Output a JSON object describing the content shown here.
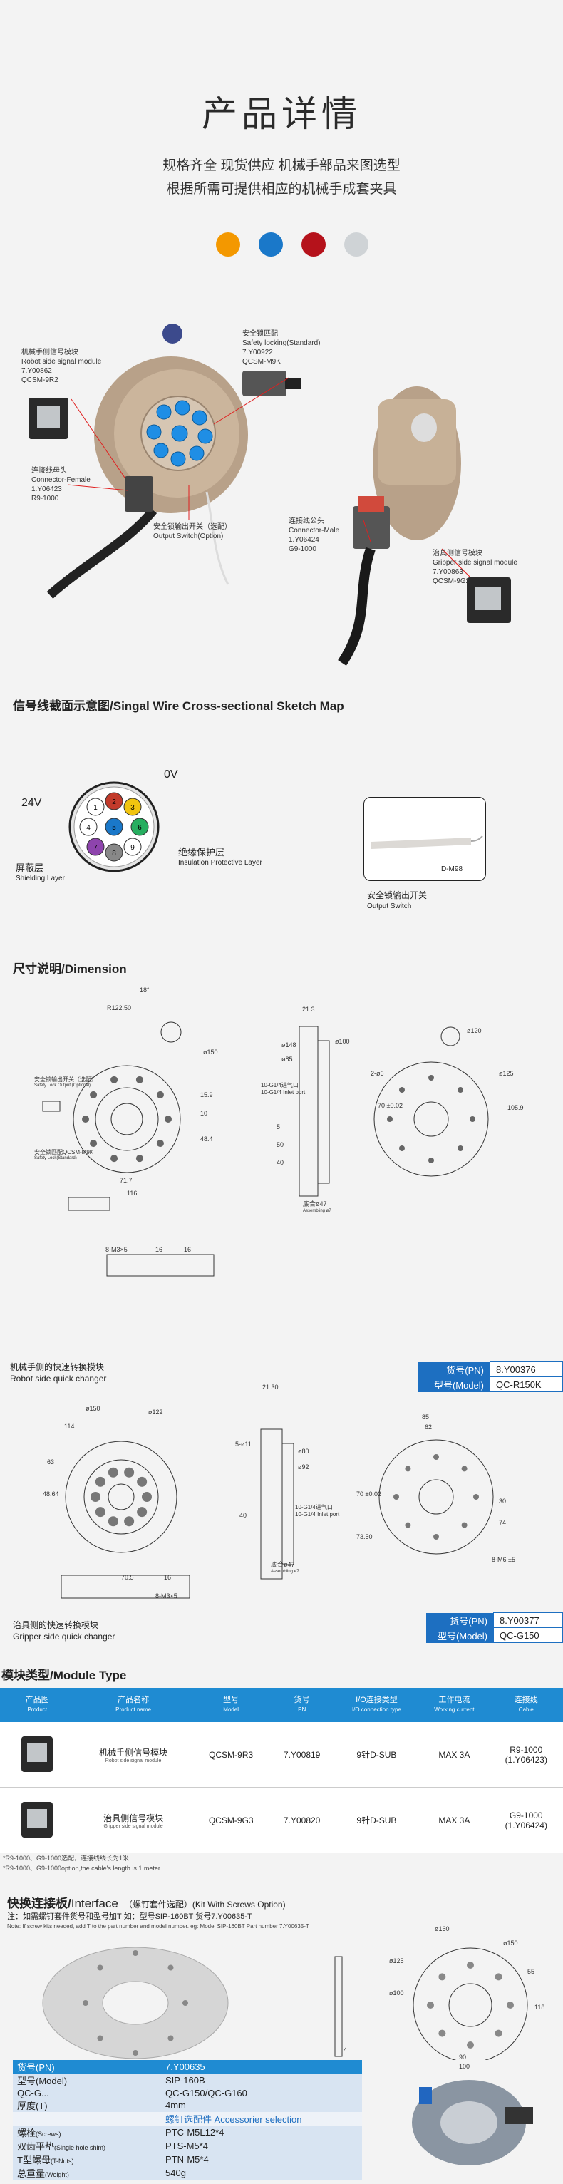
{
  "header": {
    "title": "产品详情",
    "line1": "规格齐全 现货供应  机械手部品来图选型",
    "line2": "根据所需可提供相应的机械手成套夹具"
  },
  "colors": [
    "#f39800",
    "#1a78c9",
    "#b5121b",
    "#cfd3d6"
  ],
  "labels": {
    "robot_module": [
      "机械手侧信号模块",
      "Robot side signal module",
      "7.Y00862",
      "QCSM-9R2"
    ],
    "connector_female": [
      "连接线母头",
      "Connector-Female",
      "1.Y06423",
      "R9-1000"
    ],
    "safety_lock": [
      "安全锁匹配",
      "Safety locking(Standard)",
      "7.Y00922",
      "QCSM-M9K"
    ],
    "output_switch": [
      "安全锁输出开关（选配）",
      "Output Switch(Option)"
    ],
    "connector_male": [
      "连接线公头",
      "Connector-Male",
      "1.Y06424",
      "G9-1000"
    ],
    "gripper_module": [
      "治具侧信号模块",
      "Gripper side signal module",
      "7.Y00863",
      "QCSM-9G2"
    ]
  },
  "sec1": {
    "cn": "信号线截面示意图/",
    "en": "Singal Wire Cross-sectional Sketch Map"
  },
  "wire": {
    "v0": "0V",
    "v24": "24V",
    "shield_cn": "屏蔽层",
    "shield_en": "Shielding Layer",
    "insul_cn": "绝缘保护层",
    "insul_en": "Insulation Protective Layer",
    "switch_model": "D-M98",
    "switch_cn": "安全锁输出开关",
    "switch_en": "Output Switch",
    "cores": [
      "1",
      "2",
      "3",
      "4",
      "5",
      "6",
      "7",
      "8",
      "9"
    ]
  },
  "sec2": {
    "cn": "尺寸说明/",
    "en": "Dimension"
  },
  "dim_robot": {
    "dims": [
      "R122.50",
      "18°",
      "ø150",
      "15.9",
      "10",
      "48.4",
      "71.7",
      "116",
      "ø148",
      "ø85",
      "21.3",
      "ø100",
      "5",
      "50",
      "40",
      "ø120",
      "2-ø6",
      "70 ±0.02",
      "ø125",
      "105.9"
    ],
    "port": [
      "10-G1/4进气口",
      "10-G1/4 Inlet port"
    ],
    "flange": [
      "底合ø47",
      "Assembling ø7"
    ],
    "out_sw": [
      "安全锁输出开关（选配）",
      "Safety Lock Output (Optional)"
    ],
    "lock_lbl": [
      "安全锁匹配QCSM-M9K",
      "Safety Lock(Standard)"
    ],
    "side": [
      "8-M3×5",
      "16",
      "16"
    ],
    "caption_cn": "机械手侧的快速转换模块",
    "caption_en": "Robot side quick changer",
    "pn": {
      "k1": "货号(PN)",
      "v1": "8.Y00376",
      "k2": "型号(Model)",
      "v2": "QC-R150K"
    }
  },
  "dim_gripper": {
    "dims": [
      "ø150",
      "ø122",
      "114",
      "63",
      "48.64",
      "70.5",
      "16",
      "21.30",
      "5-ø11",
      "ø80",
      "ø92",
      "40",
      "10-G1/4进气口",
      "10-G1/4 Inlet port",
      "85",
      "62",
      "70 ±0.02",
      "30",
      "74",
      "73.50",
      "8-M6 ±5",
      "8-M3×5"
    ],
    "flange": [
      "底合ø47",
      "Assembling ø7"
    ],
    "caption_cn": "治具侧的快速转换模块",
    "caption_en": "Gripper side quick changer",
    "pn": {
      "k1": "货号(PN)",
      "v1": "8.Y00377",
      "k2": "型号(Model)",
      "v2": "QC-G150"
    }
  },
  "sec3": {
    "cn": "模块类型/",
    "en": "Module Type"
  },
  "module_table": {
    "headers": [
      {
        "cn": "产品图",
        "en": "Product"
      },
      {
        "cn": "产品名称",
        "en": "Product name"
      },
      {
        "cn": "型号",
        "en": "Model"
      },
      {
        "cn": "货号",
        "en": "PN"
      },
      {
        "cn": "I/O连接类型",
        "en": "I/O connection type"
      },
      {
        "cn": "工作电流",
        "en": "Working current"
      },
      {
        "cn": "连接线",
        "en": "Cable"
      }
    ],
    "rows": [
      {
        "name_cn": "机械手侧信号模块",
        "name_en": "Robot side signal module",
        "model": "QCSM-9R3",
        "pn": "7.Y00819",
        "io": "9针D-SUB",
        "current": "MAX 3A",
        "cable1": "R9-1000",
        "cable2": "(1.Y06423)"
      },
      {
        "name_cn": "治具侧信号模块",
        "name_en": "Gripper side signal module",
        "model": "QCSM-9G3",
        "pn": "7.Y00820",
        "io": "9针D-SUB",
        "current": "MAX 3A",
        "cable1": "G9-1000",
        "cable2": "(1.Y06424)"
      }
    ],
    "note1": "*R9-1000、G9-1000选配，连接线线长为1米",
    "note2": "*R9-1000、G9-1000option,the cable's length is 1 meter"
  },
  "sec4": {
    "cn": "快换连接板/",
    "en": "Interface",
    "extra": "（螺钉套件选配）(Kit With Screws Option)"
  },
  "iface": {
    "note_cn": "注：如需螺钉套件货号和型号加T  如：型号SIP-160BT  货号7.Y00635-T",
    "note_en": "Note: If screw kits needed, add T to the part number and model number. eg: Model SIP-160BT Part number 7.Y00635-T",
    "dims": [
      "ø160",
      "ø150",
      "ø125",
      "ø100",
      "118",
      "90",
      "100",
      "55",
      "4"
    ],
    "rows": [
      {
        "k": "货号(PN)",
        "v": "7.Y00635",
        "cls": "hb"
      },
      {
        "k": "型号(Model)",
        "v": "SIP-160B",
        "cls": "hg"
      },
      {
        "k": "QC-G...",
        "v": "QC-G150/QC-G160",
        "cls": "hg"
      },
      {
        "k": "厚度(T)",
        "v": "4mm",
        "cls": "hg"
      },
      {
        "k": "",
        "v": "螺钉选配件 Accessorier selection",
        "cls": "sel"
      },
      {
        "k": "螺栓",
        "ks": "(Screws)",
        "v": "PTC-M5L12*4",
        "cls": "hg"
      },
      {
        "k": "双齿平垫",
        "ks": "(Single hole shim)",
        "v": "PTS-M5*4",
        "cls": "hg"
      },
      {
        "k": "T型螺母",
        "ks": "(T-Nuts)",
        "v": "PTN-M5*4",
        "cls": "hg"
      },
      {
        "k": "总重量",
        "ks": "(Weight)",
        "v": "540g",
        "cls": "hg"
      }
    ]
  }
}
